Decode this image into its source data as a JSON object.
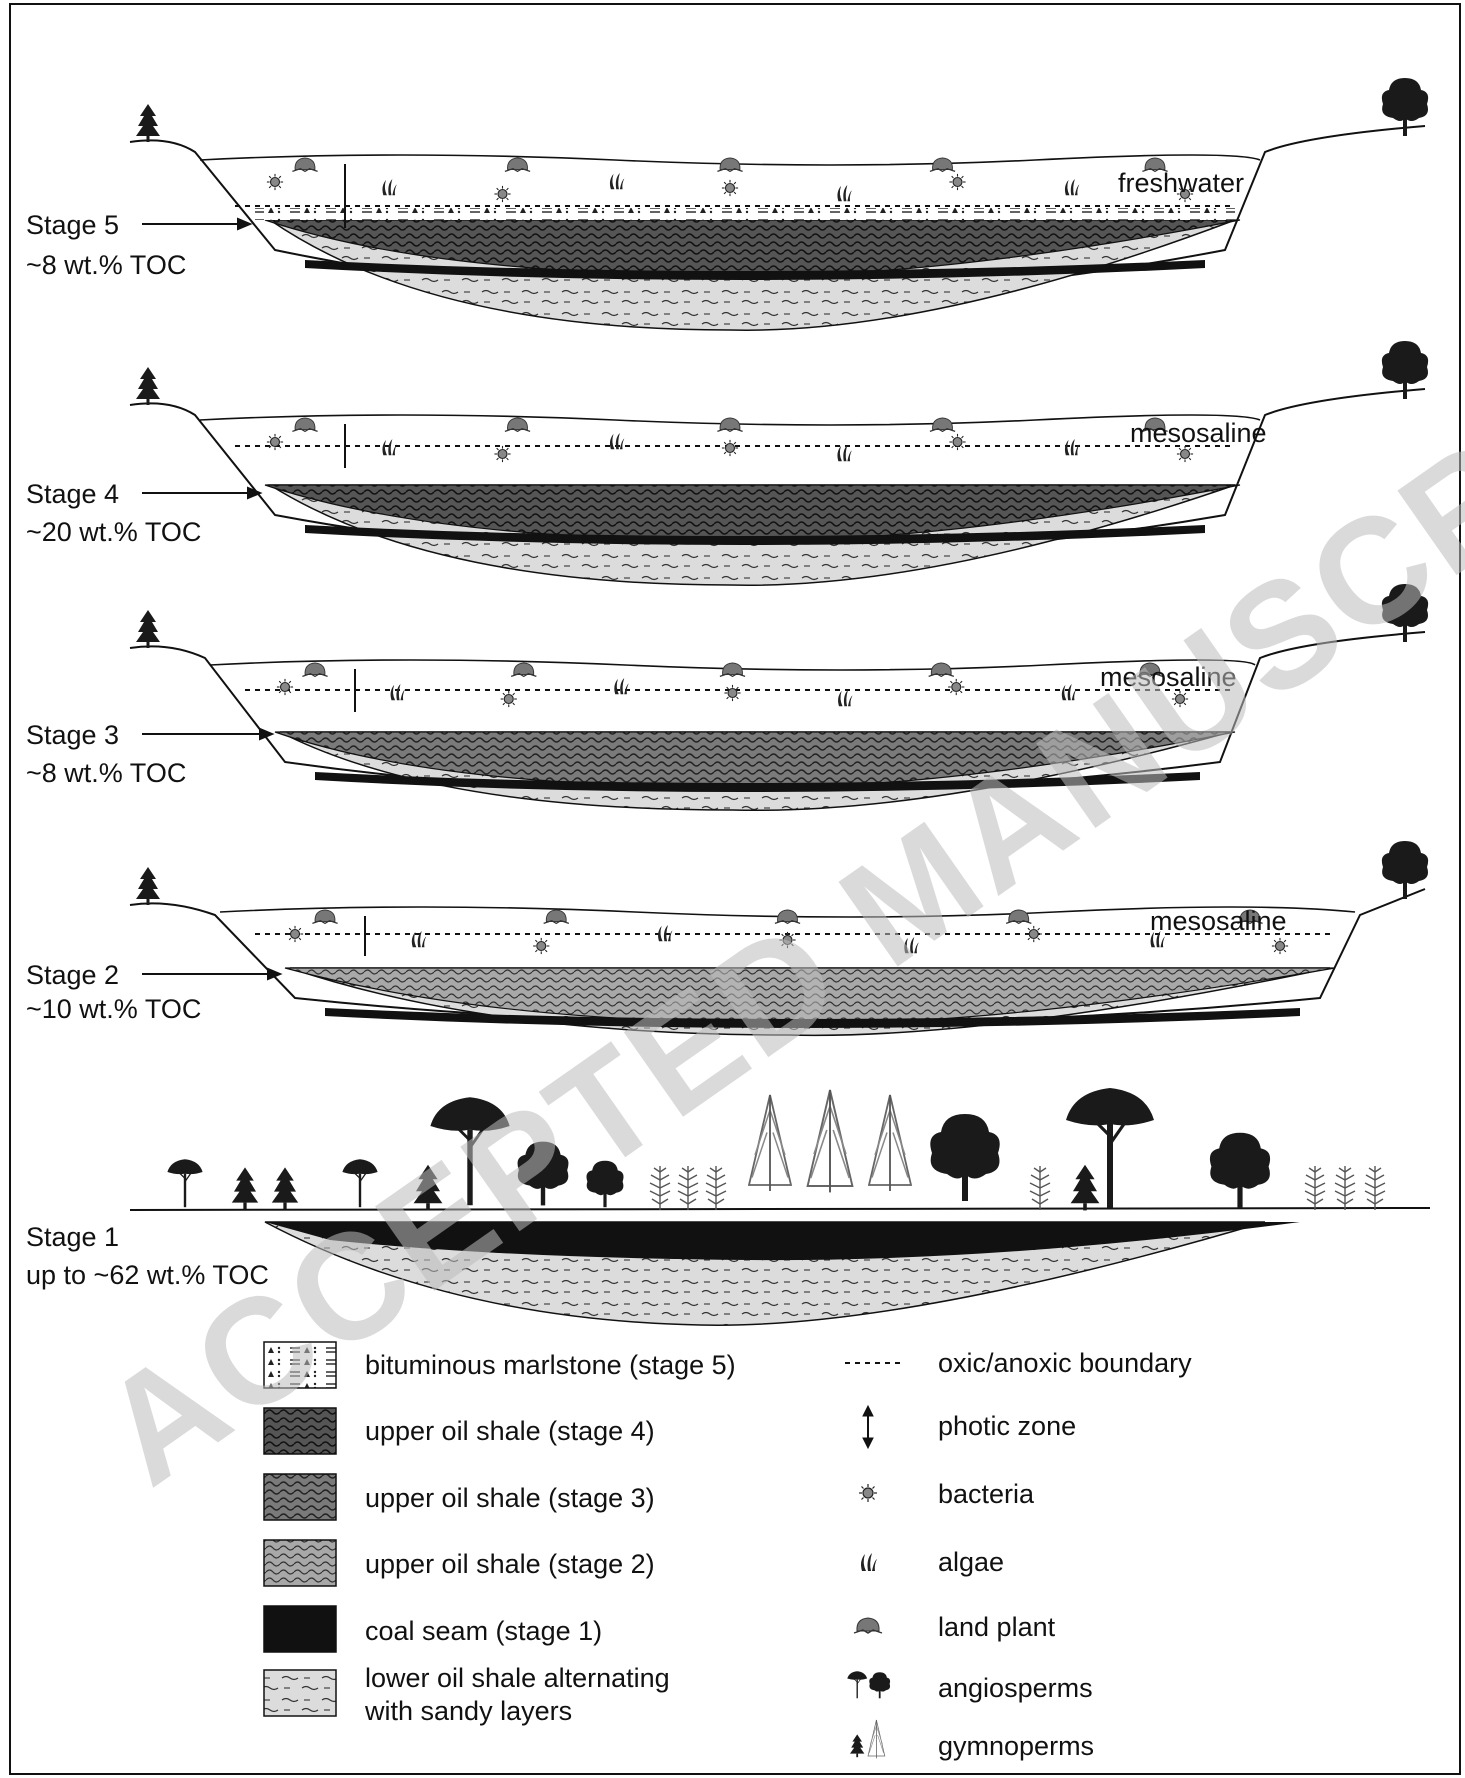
{
  "stages": [
    {
      "name": "Stage 5",
      "toc": "~8 wt.% TOC",
      "water": "freshwater"
    },
    {
      "name": "Stage 4",
      "toc": "~20 wt.% TOC",
      "water": "mesosaline"
    },
    {
      "name": "Stage 3",
      "toc": "~8 wt.% TOC",
      "water": "mesosaline"
    },
    {
      "name": "Stage 2",
      "toc": "~10 wt.% TOC",
      "water": "mesosaline"
    },
    {
      "name": "Stage 1",
      "toc": "up to ~62 wt.% TOC",
      "water": ""
    }
  ],
  "legend_left": [
    {
      "label": "bituminous marlstone (stage 5)",
      "pattern": "marlstone"
    },
    {
      "label": "upper oil shale (stage 4)",
      "pattern": "shale4"
    },
    {
      "label": "upper oil shale (stage 3)",
      "pattern": "shale3"
    },
    {
      "label": "upper oil shale (stage 2)",
      "pattern": "shale2"
    },
    {
      "label": "coal seam (stage 1)",
      "pattern": "coal"
    },
    {
      "label": "lower oil shale alternating",
      "label2": "with sandy layers",
      "pattern": "lower"
    }
  ],
  "legend_right": [
    {
      "label": "oxic/anoxic boundary",
      "icon": "dashed-line-icon"
    },
    {
      "label": "photic zone",
      "icon": "double-arrow-icon"
    },
    {
      "label": "bacteria",
      "icon": "bacteria-icon"
    },
    {
      "label": "algae",
      "icon": "algae-icon"
    },
    {
      "label": "land plant",
      "icon": "land-plant-icon"
    },
    {
      "label": "angiosperms",
      "icon": "angiosperm-icon"
    },
    {
      "label": "gymnoperms",
      "icon": "gymnosperm-icon"
    }
  ],
  "watermark": "ACCEPTED MANUSCRIPT",
  "colors": {
    "coal": "#111111",
    "shale_dark": "#3a3a3a",
    "shale_mid": "#6a6a6a",
    "shale_light": "#9a9a9a",
    "lower": "#d6d6d6"
  }
}
